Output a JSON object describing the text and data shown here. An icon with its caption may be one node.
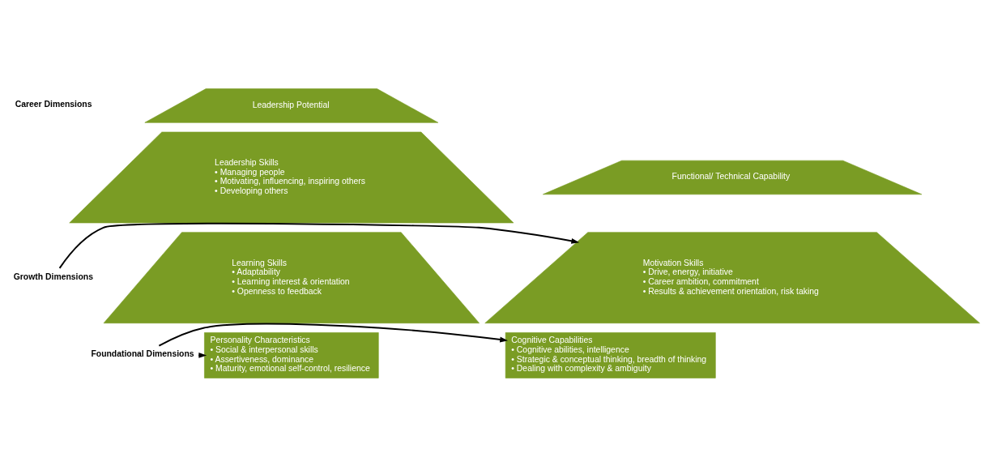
{
  "diagram": {
    "nodes": [
      {
        "text": [
          "Leadership Potential"
        ]
      },
      {
        "text": [
          "Leadership Skills",
          "• Managing people",
          "• Motivating, influencing, inspiring others",
          "• Developing others"
        ]
      },
      {
        "text": [
          "Functional/ Technical Capability"
        ]
      },
      {
        "text": [
          "Growth Dimensions"
        ]
      },
      {
        "text": [
          "Learning Skills",
          "• Adaptability",
          "• Learning interest & orientation",
          "• Openness to feedback"
        ]
      },
      {
        "text": [
          "Motivation Skills",
          "• Drive, energy, initiative",
          "• Career ambition, commitment",
          "• Results & achievement orientation, risk taking"
        ]
      },
      {
        "text": [
          "Foundational Dimensions"
        ]
      },
      {
        "text": [
          "Personality Characteristics",
          "• Social & interpersonal skills",
          "• Assertiveness, dominance",
          "• Maturity, emotional self-control, resilience"
        ]
      },
      {
        "text": [
          "Cognitive Capabilities",
          "• Cognitive abilities, intelligence",
          "• Strategic & conceptual thinking, breadth of thinking",
          "• Dealing with complexity & ambiguity"
        ]
      }
    ],
    "edges": [
      {
        "from": 3,
        "to": 5,
        "arrow": "to"
      },
      {
        "from": 6,
        "to": 7,
        "arrow": "to"
      },
      {
        "from": 6,
        "to": 8,
        "arrow": "to"
      }
    ],
    "labels": [
      "Career Dimensions"
    ]
  }
}
